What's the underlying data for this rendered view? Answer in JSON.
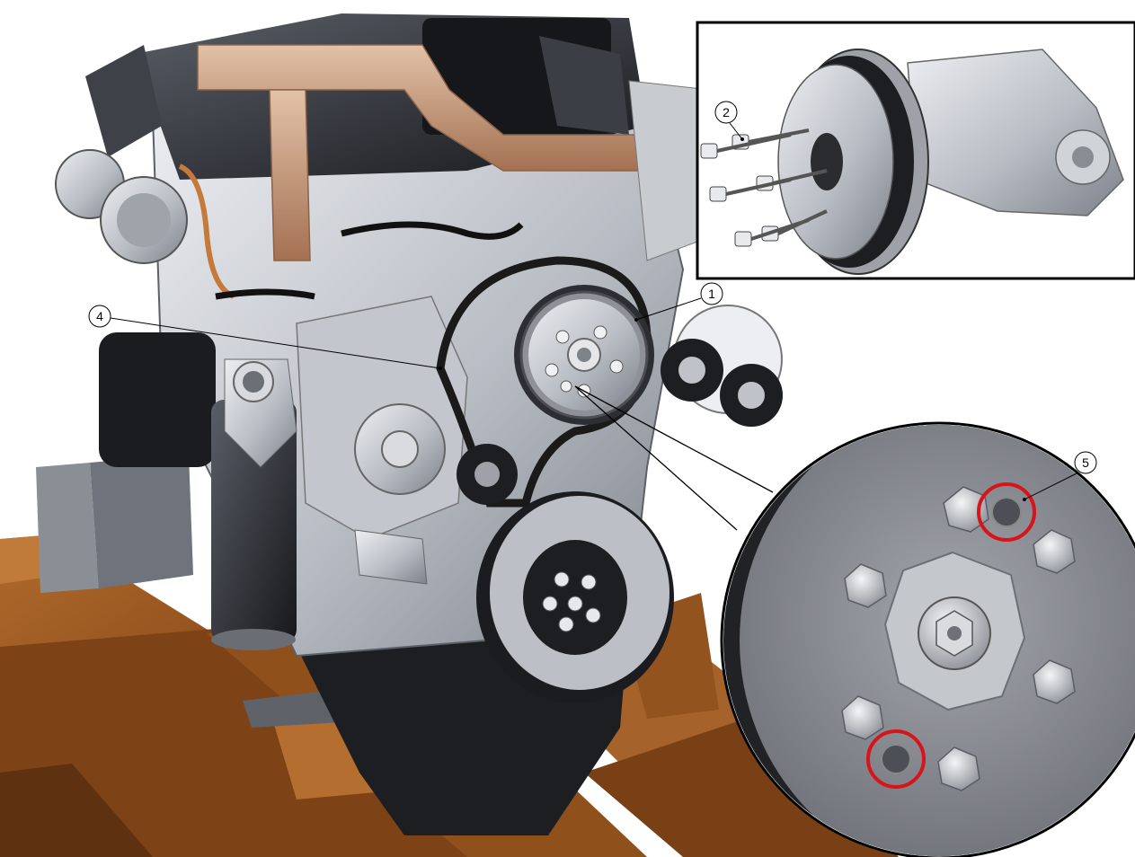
{
  "colors": {
    "wood": "#9a5a22",
    "wood_dark": "#5e3210",
    "wood_light": "#c07a3a",
    "steel_dark": "#2a2d33",
    "steel_mid": "#6f747c",
    "aluminium": "#c9ccd2",
    "aluminium_light": "#e6e8ec",
    "copper": "#c29472",
    "highlight_ring": "#d8141b",
    "line": "#000000",
    "background": "#ffffff"
  },
  "callouts": [
    {
      "id": "1",
      "label": "1"
    },
    {
      "id": "2",
      "label": "2"
    },
    {
      "id": "4",
      "label": "4"
    },
    {
      "id": "5",
      "label": "5"
    }
  ],
  "insets": {
    "detail_box": "pulley-removal-detail",
    "detail_circle": "pulley-bolt-hole-detail"
  }
}
